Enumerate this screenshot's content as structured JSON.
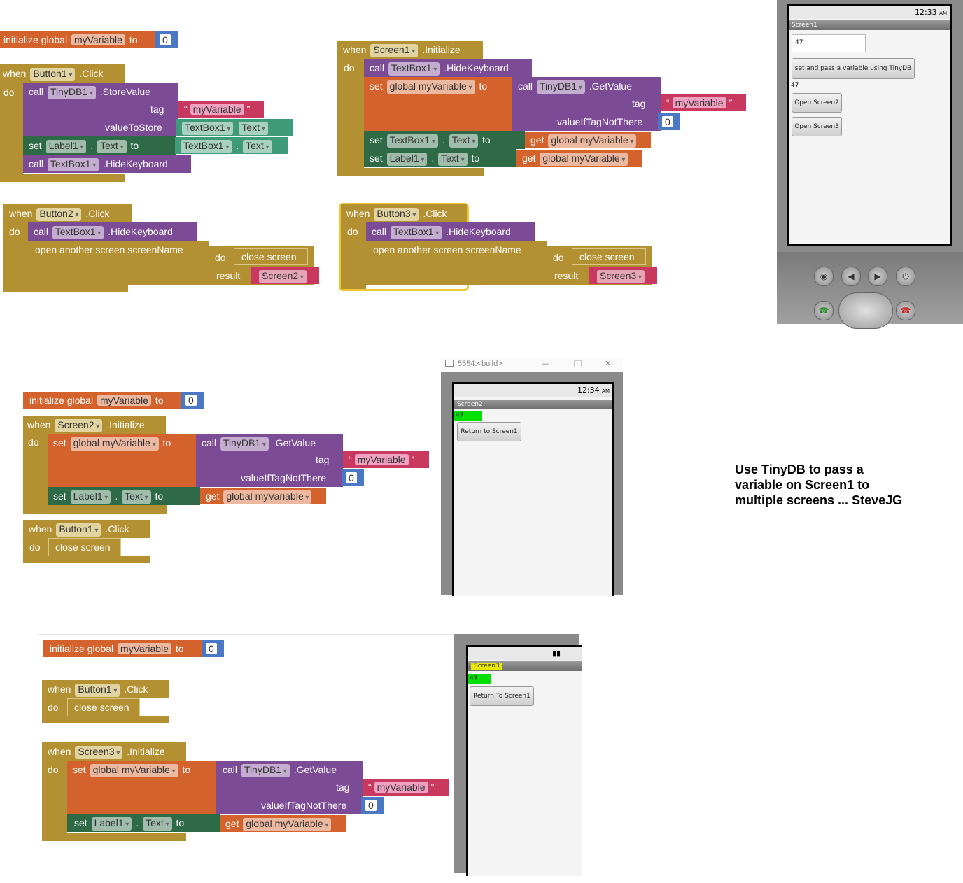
{
  "kw": {
    "initialize_global": "initialize global",
    "to": "to",
    "when": "when",
    "do": "do",
    "call": "call",
    "set": "set",
    "get": "get",
    "dot": ".",
    "tag": "tag",
    "valueToStore": "valueToStore",
    "valueIfTagNotThere": "valueIfTagNotThere",
    "open_another_screen": "open another screen",
    "screenName": "screenName",
    "close_screen": "close screen",
    "result": "result",
    "click": ".Click",
    "initialize": ".Initialize",
    "store_value": ".StoreValue",
    "get_value": ".GetValue",
    "hide_keyboard": ".HideKeyboard",
    "quote_open": "“",
    "quote_close": "”"
  },
  "names": {
    "myVariable": "myVariable",
    "global_myVariable": "global myVariable",
    "zero": "0",
    "Button1": "Button1",
    "Button2": "Button2",
    "Button3": "Button3",
    "Screen1": "Screen1",
    "Screen2": "Screen2",
    "Screen3": "Screen3",
    "TinyDB1": "TinyDB1",
    "TextBox1": "TextBox1",
    "Label1": "Label1",
    "Text": "Text"
  },
  "phone1": {
    "time": "12:33",
    "ampm": "AM",
    "title": "Screen1",
    "textbox_value": "47",
    "button_set": "set and pass a variable using TinyDB",
    "label": "47",
    "button_screen2": "Open Screen2",
    "button_screen3": "Open Screen3"
  },
  "phone2": {
    "window_title": "5554:<build>",
    "time": "12:34",
    "ampm": "AM",
    "title": "Screen2",
    "label": "47",
    "button_return": "Return to Screen1"
  },
  "phone3": {
    "title": "Screen3",
    "label": "47",
    "button_return": "Return To Screen1"
  },
  "caption": "Use TinyDB to pass a variable on Screen1 to multiple screens ... SteveJG",
  "colors": {
    "event": "#b39132",
    "procedure": "#7c4b96",
    "variable": "#d4622c",
    "setter": "#2e6a46",
    "component": "#3e9a78",
    "text": "#c8385f",
    "math": "#4b78c4",
    "label_highlight": "#00e000"
  }
}
